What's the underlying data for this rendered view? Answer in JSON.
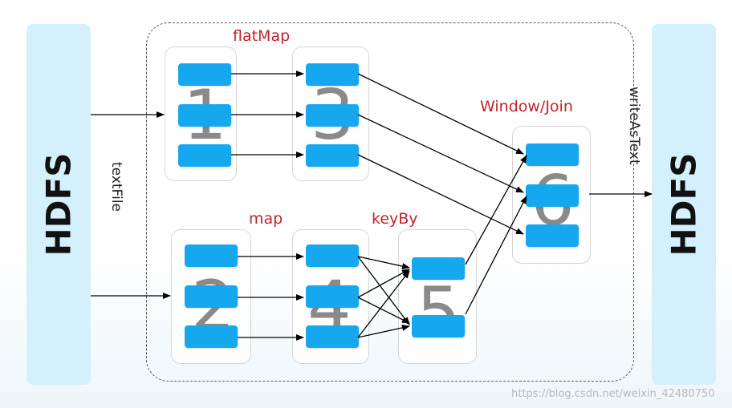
{
  "source_label": "HDFS",
  "sink_label": "HDFS",
  "read_label": "textFile",
  "write_label": "writeAsText",
  "operators": {
    "flatmap": {
      "label": "flatMap",
      "number": "1"
    },
    "flatmap2": {
      "number": "3"
    },
    "map": {
      "label": "map",
      "number": "2"
    },
    "map2": {
      "number": "4"
    },
    "keyby": {
      "label": "keyBy",
      "number": "5"
    },
    "window": {
      "label": "Window/Join",
      "number": "6"
    }
  },
  "colors": {
    "task": "#16a8ef",
    "label": "#c0242c",
    "hdfs": "#d4f0fb"
  },
  "watermark": "https://blog.csdn.net/weixin_42480750"
}
